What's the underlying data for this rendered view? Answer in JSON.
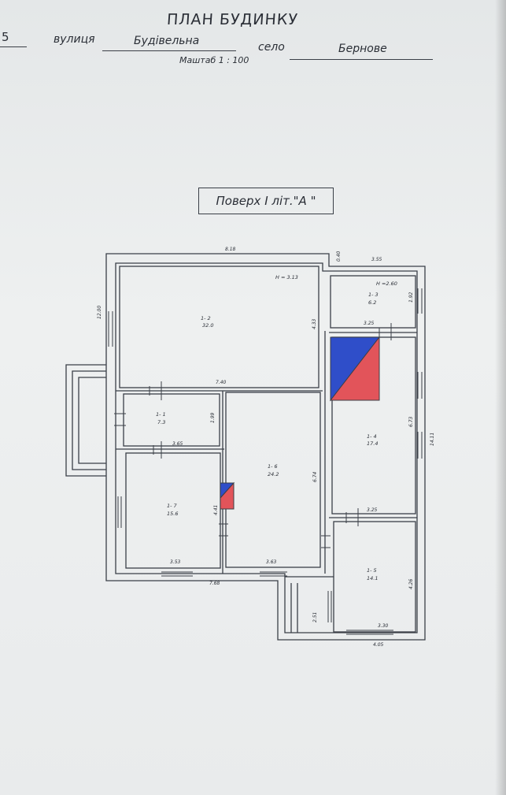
{
  "header": {
    "number_fragment": "5",
    "street_label": "вулиця",
    "street_value": "Будівельна",
    "village_label": "село",
    "village_value": "Бернове",
    "title": "ПЛАН БУДИНКУ",
    "scale": "Маштаб 1 : 100"
  },
  "floor_label": "Поверх I літ.\"А \"",
  "rooms": [
    {
      "id": "1- 1",
      "area": "7.3"
    },
    {
      "id": "1- 2",
      "area": "32.0",
      "height": "H = 3.13"
    },
    {
      "id": "1- 3",
      "area": "6.2",
      "height": "H =2.60"
    },
    {
      "id": "1- 4",
      "area": "17.4"
    },
    {
      "id": "1- 5",
      "area": "14.1"
    },
    {
      "id": "1- 6",
      "area": "24.2"
    },
    {
      "id": "1- 7",
      "area": "15.6"
    }
  ],
  "dimensions": {
    "top_left": "8.18",
    "top_gap": "0.40",
    "top_right": "3.55",
    "left_outer": "12.00",
    "right_outer": "14.11",
    "r2_width": "7.40",
    "r2_height": "4.33",
    "r3_height": "1.92",
    "r3_width": "3.25",
    "r1_height": "1.99",
    "r1_width": "3.65",
    "r4_height": "6.73",
    "r4_width": "3.25",
    "r6_height": "6.74",
    "r7_height": "4.41",
    "r7_width": "3.53",
    "r6_width": "3.63",
    "bottom_left": "7.68",
    "r5_height": "4.26",
    "r5_width": "3.30",
    "bottom_right": "4.05",
    "porch_height": "2.51"
  },
  "colors": {
    "wall": "#3a3f47",
    "stove_blue": "#2f4ec9",
    "stove_red": "#e2545a"
  }
}
